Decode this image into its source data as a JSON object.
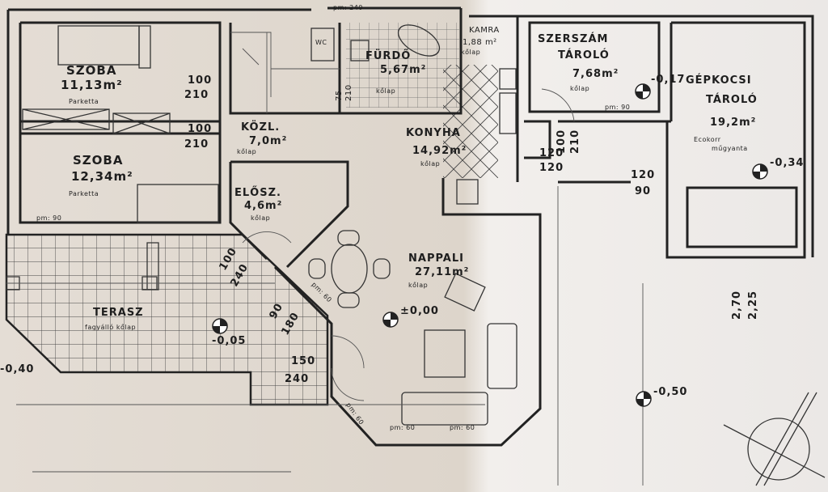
{
  "rooms": {
    "szoba1": {
      "name": "SZOBA",
      "area": "11,13m²",
      "floor": "Parketta"
    },
    "szoba2": {
      "name": "SZOBA",
      "area": "12,34m²",
      "floor": "Parketta"
    },
    "kozl": {
      "name": "KÖZL.",
      "area": "7,0m²",
      "floor": "kőlap"
    },
    "elosz": {
      "name": "ELŐSZ.",
      "area": "4,6m²",
      "floor": "kőlap"
    },
    "furdo": {
      "name": "FÜRDŐ",
      "area": "5,67m²",
      "floor": "kőlap"
    },
    "wc": {
      "name": "WC"
    },
    "kamra": {
      "name": "KAMRA",
      "area": "1,88 m²",
      "floor": "kőlap"
    },
    "konyha": {
      "name": "KONYHA",
      "area": "14,92m²",
      "floor": "kőlap"
    },
    "szerszam": {
      "name": "SZERSZÁM",
      "name2": "TÁROLÓ",
      "area": "7,68m²",
      "floor": "kőlap"
    },
    "gepkocsi": {
      "name": "GÉPKOCSI",
      "name2": "TÁROLÓ",
      "area": "19,2m²",
      "floor": "Ecokorr",
      "floor2": "műgyanta"
    },
    "nappali": {
      "name": "NAPPALI",
      "area": "27,11m²",
      "floor": "kőlap"
    },
    "terasz": {
      "name": "TERASZ",
      "floor": "fagyálló kőlap"
    }
  },
  "levels": {
    "nappali": "±0,00",
    "terasz": "-0,05",
    "szerszam": "-0,17",
    "gepkocsi": "-0,34",
    "kert": "-0,50",
    "left": "-0,40"
  },
  "dimensions": {
    "d1": [
      "100",
      "210"
    ],
    "d2": [
      "100",
      "210"
    ],
    "d3": [
      "150",
      "240"
    ],
    "d4": [
      "120",
      "120"
    ],
    "d5": [
      "100",
      "210"
    ],
    "d6": [
      "75",
      "210"
    ],
    "d7": [
      "90",
      "180"
    ],
    "d8": [
      "100",
      "240"
    ],
    "d9": [
      "120",
      "90"
    ],
    "d10": [
      "2,70",
      "2,25"
    ],
    "pm90a": "pm: 90",
    "pm90b": "pm: 90",
    "pm240": "pm: 240",
    "pm60a": "pm: 60",
    "pm60b": "pm: 60",
    "pm60c": "pm: 60",
    "pm60d": "pm: 60"
  }
}
